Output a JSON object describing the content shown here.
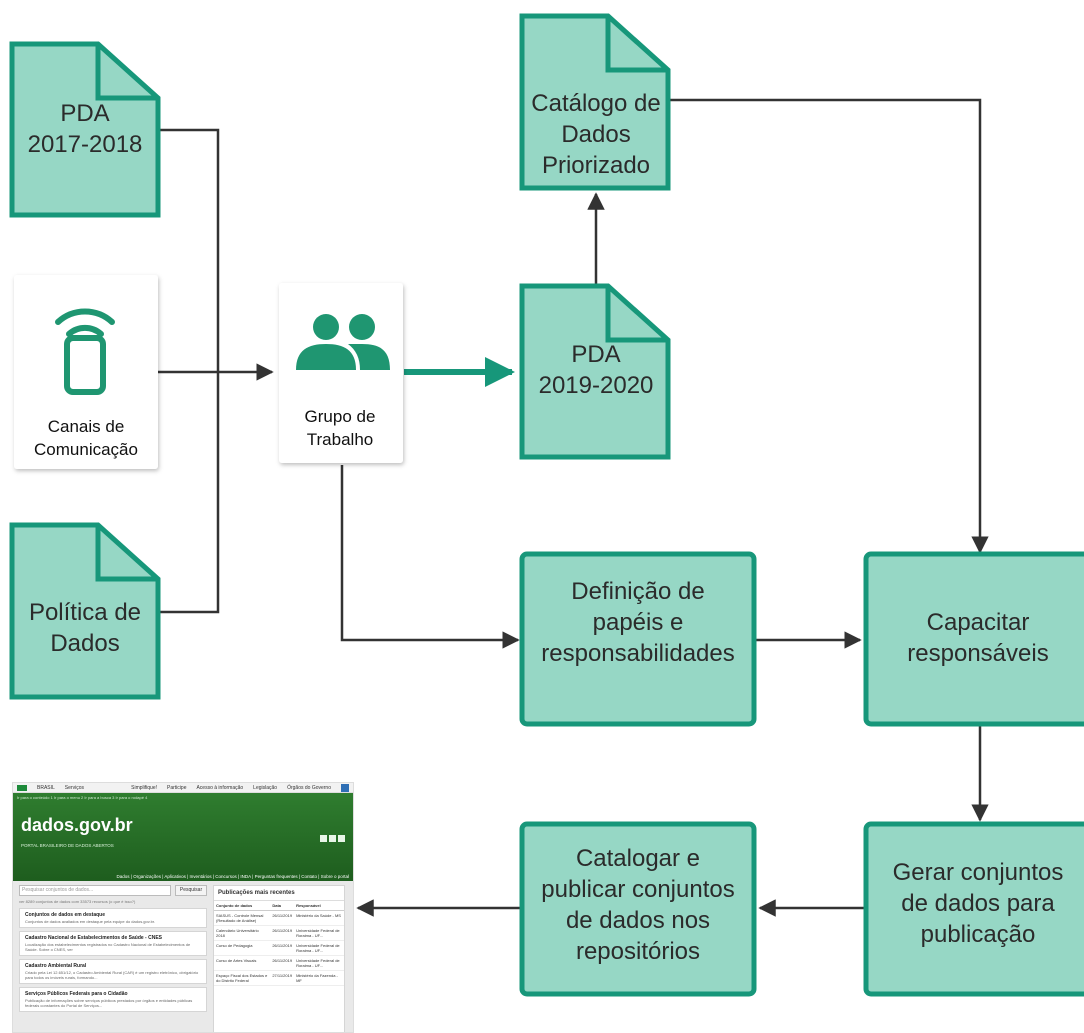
{
  "colors": {
    "doc_fill": "#96d7c5",
    "doc_stroke": "#17977a",
    "box_fill": "#96d7c5",
    "box_stroke": "#17977a",
    "arrow": "#333333",
    "arrow_green": "#17977a",
    "icon_green": "#1f9671",
    "portal_green": "#2f7d2f"
  },
  "documents": {
    "pda_2017": [
      "PDA",
      "2017-2018"
    ],
    "politica": [
      "Política de",
      "Dados"
    ],
    "catalogo": [
      "Catálogo de",
      "Dados",
      "Priorizado"
    ],
    "pda_2019": [
      "PDA",
      "2019-2020"
    ]
  },
  "cards": {
    "canais": [
      "Canais de",
      "Comunicação"
    ],
    "grupo": [
      "Grupo de",
      "Trabalho"
    ]
  },
  "process": {
    "definicao": [
      "Definição de",
      "papéis e",
      "responsabilidades"
    ],
    "capacitar": [
      "Capacitar",
      "responsáveis"
    ],
    "gerar": [
      "Gerar conjuntos",
      "de dados para",
      "publicação"
    ],
    "catalogar": [
      "Catalogar e",
      "publicar conjuntos",
      "de dados nos",
      "repositórios"
    ]
  },
  "icons": {
    "canais": "phone-signal-icon",
    "grupo": "people-group-icon"
  },
  "portal": {
    "gov_label": "BRASIL",
    "gov_servicos": "Serviços",
    "gov_links": [
      "Simplifique!",
      "Participe",
      "Acesso à informação",
      "Legislação",
      "Órgãos do Governo"
    ],
    "access_bar": "Ir para o conteúdo 1   Ir para o menu 2   Ir para a busca 3   Ir para o rodapé 4",
    "logo": "dados.gov.br",
    "subtitle": "PORTAL BRASILEIRO DE DADOS ABERTOS",
    "menu": "Dados | Organizações | Aplicativos | Inventários | Concursos | INDA | Perguntas frequentes | Contato | Sobre o portal",
    "search_placeholder": "Pesquisar conjuntos de dados...",
    "search_button": "Pesquisar",
    "count_text": "ver 8289 conjuntos de dados com 33573 recursos (o que é isso?)",
    "cards": [
      {
        "title": "Conjuntos de dados em destaque",
        "desc": "Conjuntos de dados avaliados em destaque pela equipe do dados.gov.br."
      },
      {
        "title": "Cadastro Nacional de Estabelecimentos de Saúde - CNES",
        "desc": "Localização dos estabelecimentos registrados no Cadastro Nacional de Estabelecimentos de Saúde. Sobre o CNES, ver"
      },
      {
        "title": "Cadastro Ambiental Rural",
        "desc": "Criado pela Lei 12.651/12, o Cadastro Ambiental Rural (CAR) é um registro eletrônico, obrigatório para todos os imóveis rurais, formando..."
      },
      {
        "title": "Serviços Públicos Federais para o Cidadão",
        "desc": "Publicação de informações sobre serviços públicos prestados por órgãos e entidades públicas federais constantes do Portal de Serviços..."
      }
    ],
    "recent_title": "Publicações mais recentes",
    "table_headers": [
      "Conjunto de dados",
      "Data",
      "Responsável"
    ],
    "table_rows": [
      [
        "SIASUS - Controle Mensal (Resultado de Análise)",
        "26/11/2019",
        "Ministério da Saúde - MS"
      ],
      [
        "Calendário Universitário 2018",
        "26/11/2019",
        "Universidade Federal de Roraima - UF..."
      ],
      [
        "Curso de Pedagogia",
        "26/11/2019",
        "Universidade Federal de Roraima - UF..."
      ],
      [
        "Curso de Artes Visuais",
        "26/11/2019",
        "Universidade Federal de Roraima - UF..."
      ],
      [
        "Espaço Fiscal dos Estados e do Distrito Federal",
        "27/11/2019",
        "Ministério da Fazenda - MF"
      ]
    ]
  }
}
